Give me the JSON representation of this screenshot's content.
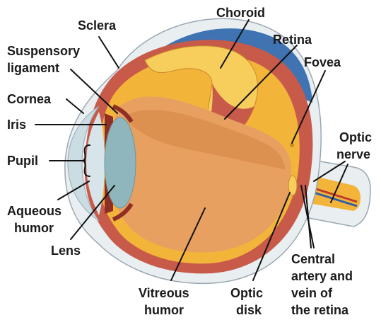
{
  "diagram": {
    "labels": {
      "sclera": "Sclera",
      "choroid": "Choroid",
      "retina": "Retina",
      "suspensory_line1": "Suspensory",
      "suspensory_line2": "ligament",
      "fovea": "Fovea",
      "cornea": "Cornea",
      "iris": "Iris",
      "optic_nerve_line1": "Optic",
      "optic_nerve_line2": "nerve",
      "pupil": "Pupil",
      "aqueous_line1": "Aqueous",
      "aqueous_line2": "humor",
      "lens": "Lens",
      "central_line1": "Central",
      "central_line2": "artery and",
      "central_line3": "vein of",
      "central_line4": "the retina",
      "vitreous_line1": "Vitreous",
      "vitreous_line2": "humor",
      "optic_disk_line1": "Optic",
      "optic_disk_line2": "disk"
    },
    "colors": {
      "sclera": "#e9eef1",
      "sclera_outline": "#9aa8b2",
      "choroid": "#c85a4a",
      "choroid_dark": "#8f2e27",
      "retina": "#f2b53a",
      "retina_light": "#f7cd5c",
      "vitreous": "#e8a060",
      "vitreous_shade": "#d98a4c",
      "lens": "#8fb5bd",
      "cornea": "#c9dde3",
      "aqueous": "#d7e5ea",
      "back_cavity": "#3f73b2",
      "blood_red": "#c0392b",
      "blood_blue": "#2f5ea8",
      "text": "#1a1a1a"
    }
  }
}
